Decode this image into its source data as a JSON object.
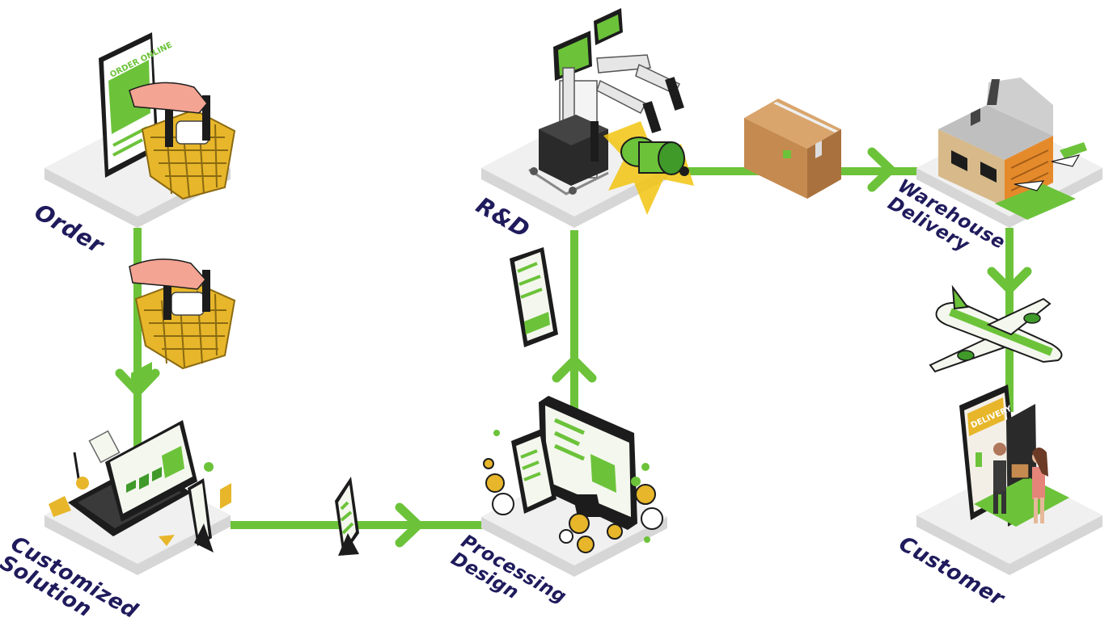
{
  "steps": {
    "order": {
      "label": "Order"
    },
    "customized_solution": {
      "line1": "Customized",
      "line2": "Solution"
    },
    "processing_design": {
      "line1": "Processing",
      "line2": "Design"
    },
    "rd": {
      "label": "R&D"
    },
    "warehouse_delivery": {
      "line1": "Warehouse",
      "line2": "Delivery"
    },
    "customer": {
      "label": "Customer"
    }
  },
  "illustration_text": {
    "order_online": "ORDER ONLINE",
    "delivery": "DELIVERY"
  },
  "colors": {
    "flow_green": "#6cc33a",
    "dark_green": "#3f9a2a",
    "label_navy": "#1f1b5c",
    "platform_top": "#f0f0f0",
    "platform_side": "#d6d6d6",
    "basket_yellow": "#e7b62a",
    "box_brown": "#c58a4f",
    "warehouse_orange": "#e58a2b"
  }
}
